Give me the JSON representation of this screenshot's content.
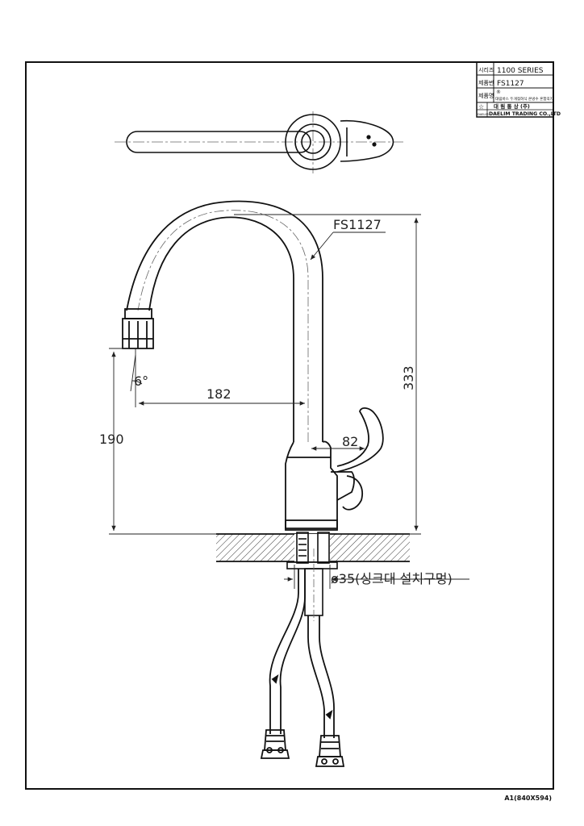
{
  "title_block": {
    "series_label": "시리즈",
    "series_value": "1100  SERIES",
    "product_no_label": "제품번",
    "product_no_value": "FS1127",
    "product_name_label": "제품명",
    "registered_mark": "®",
    "product_name_value": "대림바스 두개젖혀식 온냉수 혼합꼭지",
    "company_korean": "대 림 통 상  (주)",
    "company_english": "DAELIM  TRADING  CO.,LTD",
    "company_logo_text": "DAELIM"
  },
  "callout": "FS1127",
  "dimensions": {
    "angle": "6°",
    "reach": "182",
    "height_total": "333",
    "spout_height": "190",
    "handle": "82",
    "hole": "ø35(싱크대  설치구멍)"
  },
  "footer": "A1(840X594)"
}
